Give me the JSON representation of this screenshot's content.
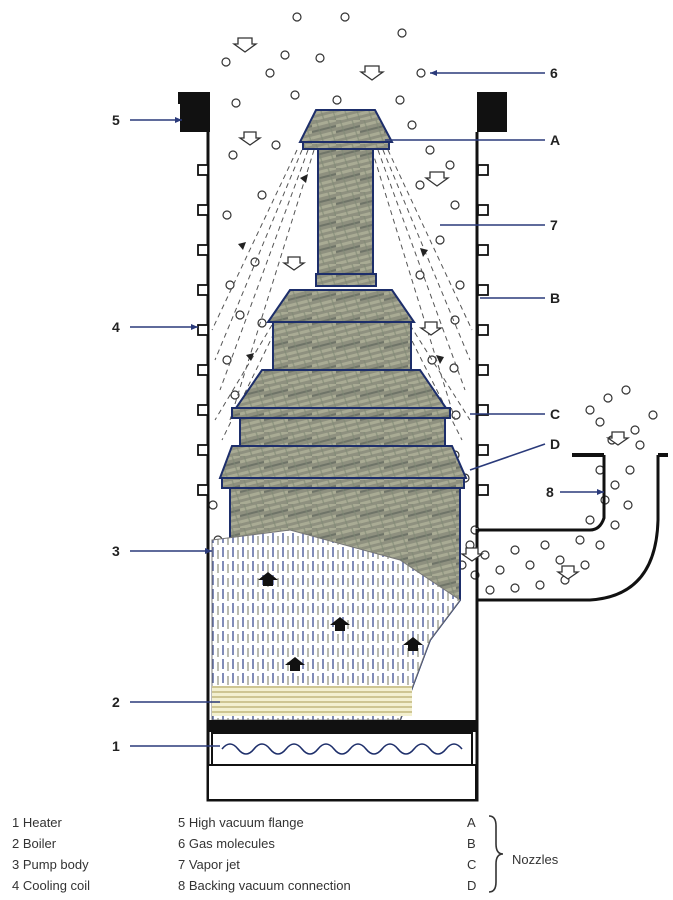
{
  "callouts": {
    "n1": "1",
    "n2": "2",
    "n3": "3",
    "n4": "4",
    "n5": "5",
    "n6": "6",
    "n7": "7",
    "n8": "8",
    "A": "A",
    "B": "B",
    "C": "C",
    "D": "D"
  },
  "legend": {
    "items_1": [
      "1  Heater",
      "2  Boiler",
      "3  Pump body",
      "4  Cooling coil"
    ],
    "items_2": [
      "5  High vacuum flange",
      "6  Gas molecules",
      "7  Vapor jet",
      "8  Backing vacuum connection"
    ],
    "nozzle_letters": [
      "A",
      "B",
      "C",
      "D"
    ],
    "nozzles_label": "Nozzles"
  },
  "colors": {
    "outline": "#111111",
    "leader": "#2a3a7a",
    "nozzle_fill": "#8e907f",
    "liquid": "#4b5a9a"
  }
}
